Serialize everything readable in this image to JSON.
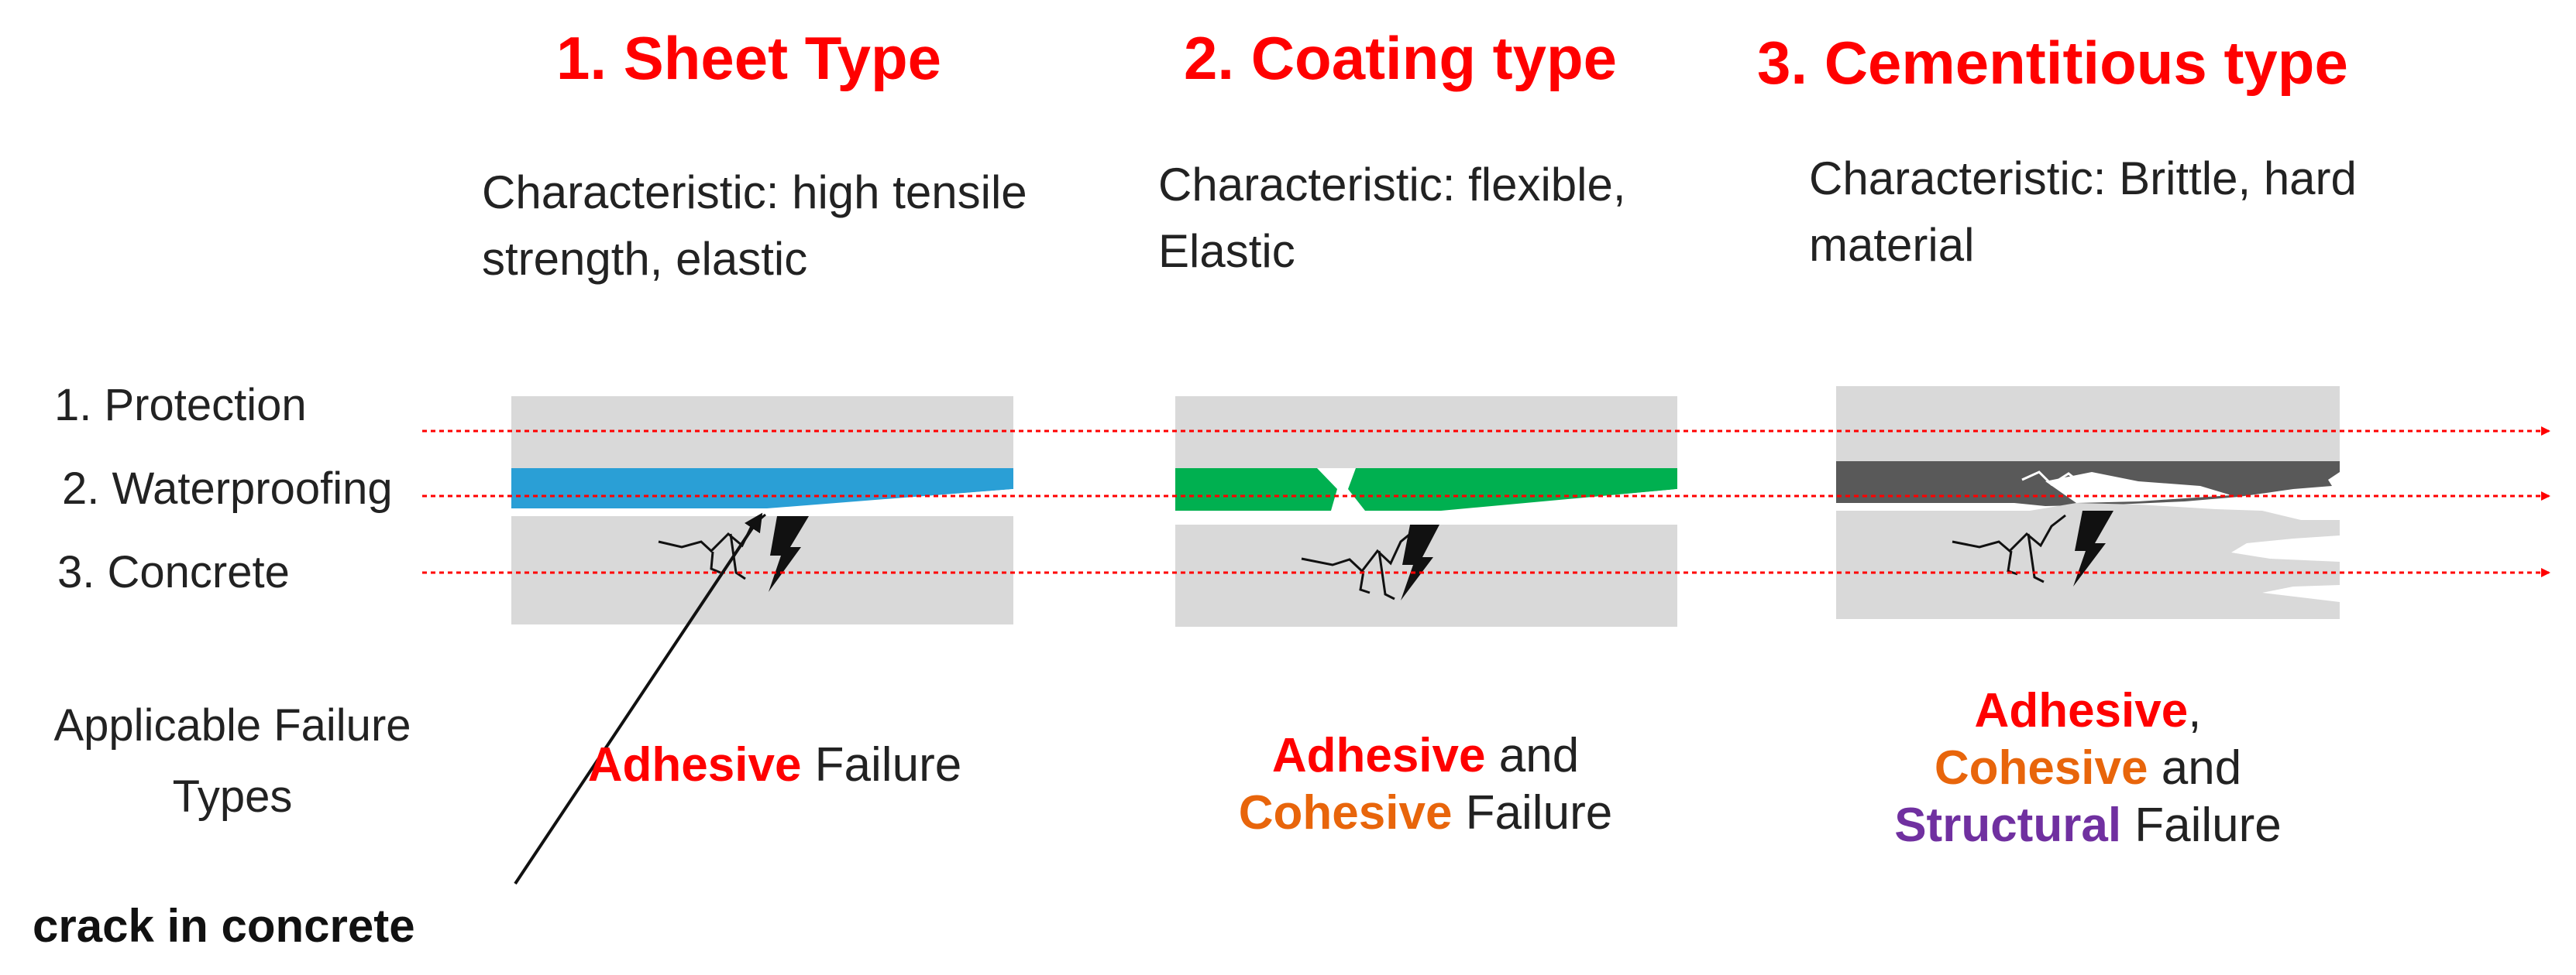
{
  "columns": [
    {
      "title": "1. Sheet Type",
      "characteristic": "Characteristic: high tensile strength, elastic",
      "failure": [
        {
          "text": "Adhesive",
          "style": "red"
        },
        {
          "text": " Failure",
          "style": "plain"
        }
      ]
    },
    {
      "title": "2. Coating type",
      "characteristic": "Characteristic: flexible, Elastic",
      "failure_line1": [
        {
          "text": "Adhesive",
          "style": "red"
        },
        {
          "text": " and",
          "style": "plain"
        }
      ],
      "failure_line2": [
        {
          "text": "Cohesive",
          "style": "orange"
        },
        {
          "text": " Failure",
          "style": "plain"
        }
      ]
    },
    {
      "title": "3. Cementitious type",
      "characteristic": "Characteristic: Brittle, hard material",
      "failure_line1": [
        {
          "text": "Adhesive",
          "style": "red"
        },
        {
          "text": ",",
          "style": "plain"
        }
      ],
      "failure_line2": [
        {
          "text": "Cohesive",
          "style": "orange"
        },
        {
          "text": " and",
          "style": "plain"
        }
      ],
      "failure_line3": [
        {
          "text": "Structural",
          "style": "purple"
        },
        {
          "text": " Failure",
          "style": "plain"
        }
      ]
    }
  ],
  "layers": [
    {
      "label": "1. Protection"
    },
    {
      "label": "2. Waterproofing"
    },
    {
      "label": "3. Concrete"
    }
  ],
  "applicable_failure_types": "Applicable Failure Types",
  "crack_label": "crack in concrete",
  "colors": {
    "title": "#ff0000",
    "sheet_membrane": "#2a9fd6",
    "coating_membrane": "#00b050",
    "cementitious_membrane": "#595959",
    "concrete": "#d9d9d9",
    "guide_line": "#ff0000",
    "adhesive": "#ff0000",
    "cohesive": "#e8650b",
    "structural": "#7030a0"
  }
}
